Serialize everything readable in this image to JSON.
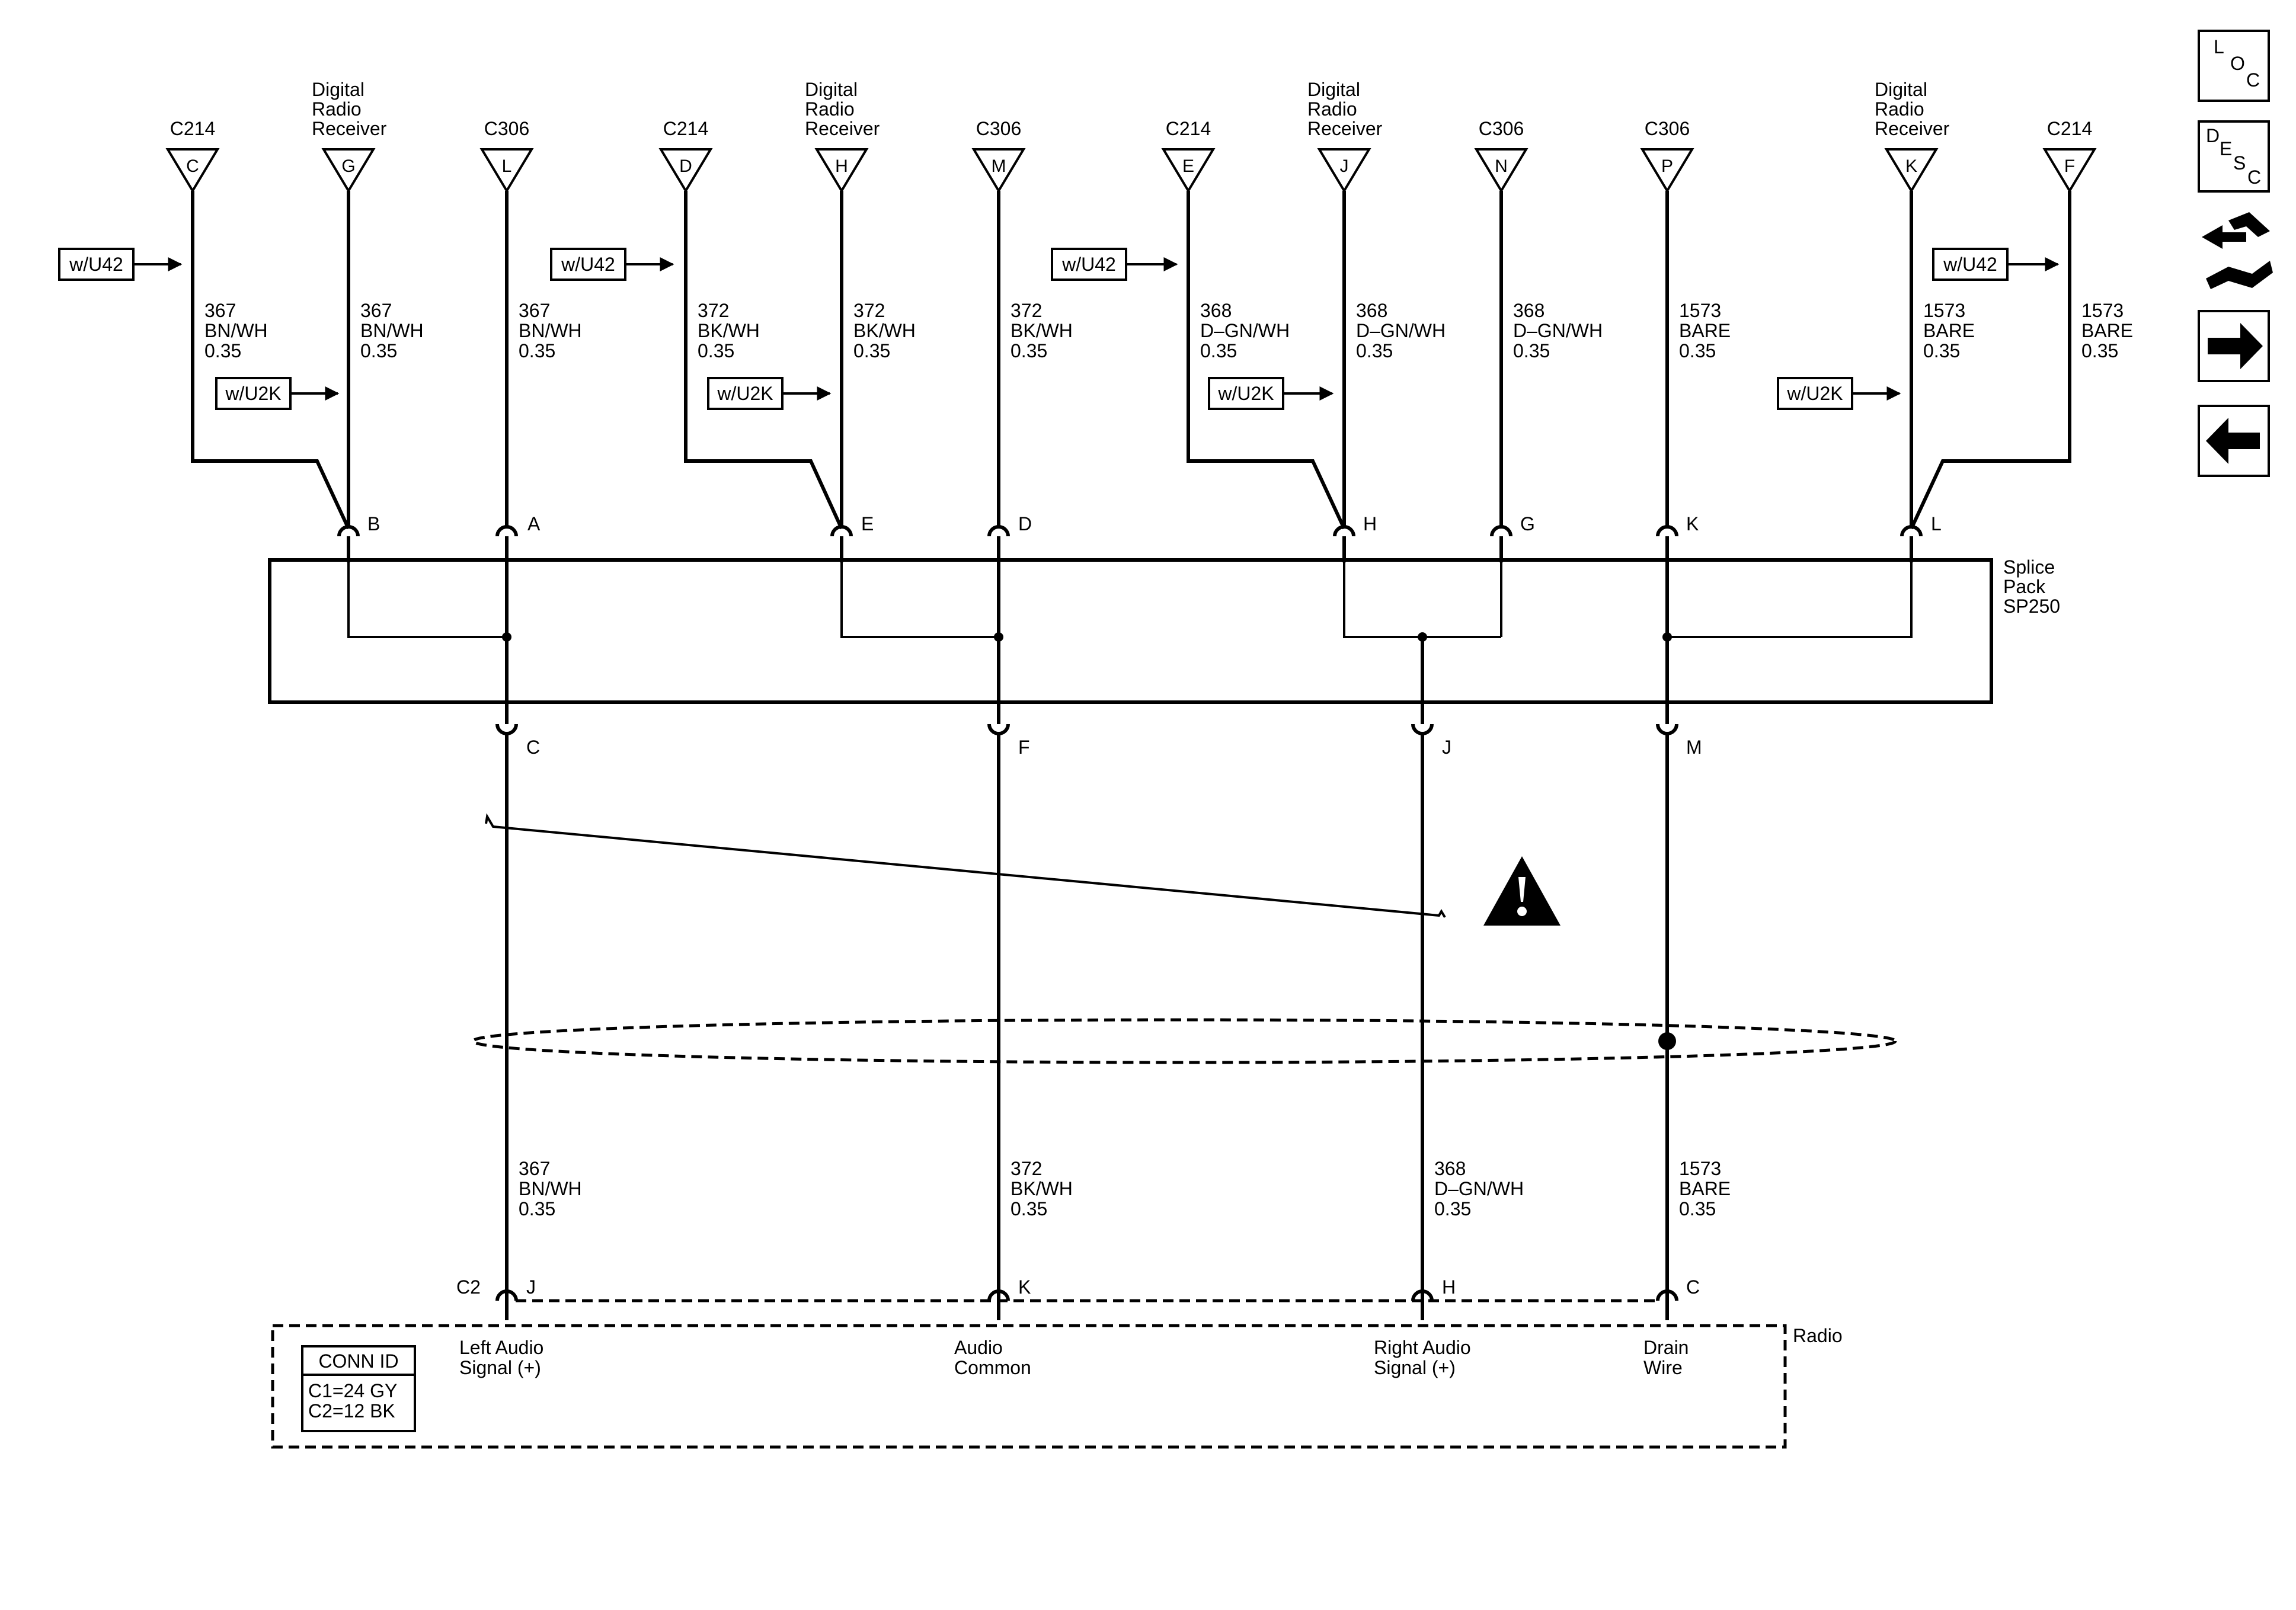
{
  "top_connectors": [
    {
      "name": "C214",
      "pin": "C"
    },
    {
      "name": [
        "Digital",
        "Radio",
        "Receiver"
      ],
      "pin": "G"
    },
    {
      "name": "C306",
      "pin": "L"
    },
    {
      "name": "C214",
      "pin": "D"
    },
    {
      "name": [
        "Digital",
        "Radio",
        "Receiver"
      ],
      "pin": "H"
    },
    {
      "name": "C306",
      "pin": "M"
    },
    {
      "name": "C214",
      "pin": "E"
    },
    {
      "name": [
        "Digital",
        "Radio",
        "Receiver"
      ],
      "pin": "J"
    },
    {
      "name": "C306",
      "pin": "N"
    },
    {
      "name": "C306",
      "pin": "P"
    },
    {
      "name": [
        "Digital",
        "Radio",
        "Receiver"
      ],
      "pin": "K"
    },
    {
      "name": "C214",
      "pin": "F"
    }
  ],
  "wire_labels_top": [
    [
      "367",
      "BN/WH",
      "0.35"
    ],
    [
      "367",
      "BN/WH",
      "0.35"
    ],
    [
      "367",
      "BN/WH",
      "0.35"
    ],
    [
      "372",
      "BK/WH",
      "0.35"
    ],
    [
      "372",
      "BK/WH",
      "0.35"
    ],
    [
      "372",
      "BK/WH",
      "0.35"
    ],
    [
      "368",
      "D–GN/WH",
      "0.35"
    ],
    [
      "368",
      "D–GN/WH",
      "0.35"
    ],
    [
      "368",
      "D–GN/WH",
      "0.35"
    ],
    [
      "1573",
      "BARE",
      "0.35"
    ],
    [
      "1573",
      "BARE",
      "0.35"
    ],
    [
      "1573",
      "BARE",
      "0.35"
    ]
  ],
  "option_labels": {
    "u42": "w/U42",
    "u2k": "w/U2K"
  },
  "splice_pack": {
    "label": [
      "Splice",
      "Pack",
      "SP250"
    ],
    "top_pins": [
      "B",
      "A",
      "E",
      "D",
      "H",
      "G",
      "K",
      "L"
    ],
    "bottom_pins": [
      "C",
      "F",
      "J",
      "M"
    ]
  },
  "wire_labels_bottom": [
    [
      "367",
      "BN/WH",
      "0.35"
    ],
    [
      "372",
      "BK/WH",
      "0.35"
    ],
    [
      "368",
      "D–GN/WH",
      "0.35"
    ],
    [
      "1573",
      "BARE",
      "0.35"
    ]
  ],
  "radio": {
    "label": "Radio",
    "connector": "C2",
    "pins": [
      "J",
      "K",
      "H",
      "C"
    ],
    "functions": [
      [
        "Left Audio",
        "Signal (+)"
      ],
      [
        "Audio",
        "Common"
      ],
      [
        "Right Audio",
        "Signal (+)"
      ],
      [
        "Drain",
        "Wire"
      ]
    ],
    "conn_id": {
      "title": "CONN ID",
      "lines": [
        "C1=24 GY",
        "C2=12 BK"
      ]
    }
  },
  "nav": {
    "loc": [
      "L",
      "O",
      "C"
    ],
    "desc": [
      "D",
      "E",
      "S",
      "C"
    ],
    "icons": [
      "connector-swap-icon",
      "arrow-right-icon",
      "arrow-left-icon"
    ]
  },
  "warning_icon": "warning-triangle-icon"
}
